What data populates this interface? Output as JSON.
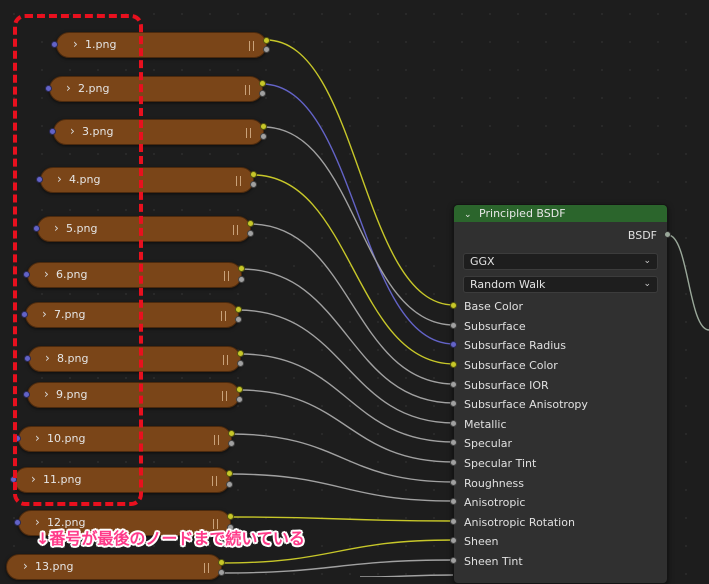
{
  "nodes": [
    {
      "label": "1.png"
    },
    {
      "label": "2.png"
    },
    {
      "label": "3.png"
    },
    {
      "label": "4.png"
    },
    {
      "label": "5.png"
    },
    {
      "label": "6.png"
    },
    {
      "label": "7.png"
    },
    {
      "label": "8.png"
    },
    {
      "label": "9.png"
    },
    {
      "label": "10.png"
    },
    {
      "label": "11.png"
    },
    {
      "label": "12.png"
    },
    {
      "label": "13.png"
    }
  ],
  "bsdf": {
    "title": "Principled BSDF",
    "output": "BSDF",
    "distribution": "GGX",
    "subsurface_method": "Random Walk",
    "inputs": [
      "Base Color",
      "Subsurface",
      "Subsurface Radius",
      "Subsurface Color",
      "Subsurface IOR",
      "Subsurface Anisotropy",
      "Metallic",
      "Specular",
      "Specular Tint",
      "Roughness",
      "Anisotropic",
      "Anisotropic Rotation",
      "Sheen",
      "Sheen Tint"
    ]
  },
  "annotation": "↓番号が最後のノードまで続いている",
  "colors": {
    "node_fill": "#7a4518",
    "header_green": "#2b652c",
    "wire_yellow": "#c7c729",
    "wire_gray": "#a1a1a1",
    "wire_purple": "#6363c7",
    "dashed_box": "#e8101e",
    "annotation_text": "#ff3b8a"
  },
  "icons": {
    "expand": "chevron-right-icon",
    "collapse": "chevron-down-icon",
    "grip": "grip-icon"
  }
}
